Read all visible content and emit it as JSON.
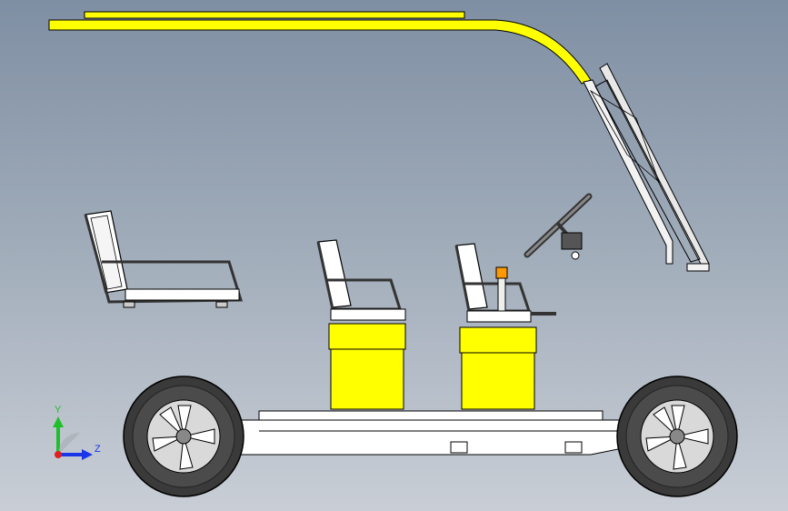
{
  "triad": {
    "y_label": "Y",
    "z_label": "Z",
    "y_color": "#1fbf2a",
    "z_color": "#1a36e8",
    "x_color": "#e02020"
  },
  "colors": {
    "background_top": "#7f8fa3",
    "background_bottom": "#c9ced6",
    "canopy": "#ffff00",
    "seat_base": "#ffff00",
    "frame": "#ffffff",
    "tire": "#3a3a3a",
    "outline": "#000000"
  },
  "parts": [
    "canopy-roof",
    "windshield",
    "rear-seat",
    "middle-seat",
    "driver-seat",
    "steering-wheel",
    "chassis-frame",
    "rear-wheel",
    "front-wheel"
  ]
}
